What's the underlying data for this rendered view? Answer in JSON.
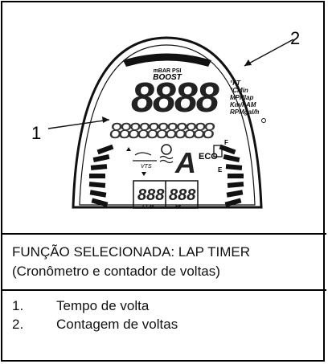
{
  "gauge": {
    "scale_label": "mBAR PSI",
    "boost_label": "BOOST",
    "main_digits": "8888",
    "units": [
      "°FT",
      "°CMin",
      "MPHlap",
      "Km/hAM",
      "RPMgal/h"
    ],
    "text_display": "88888888888",
    "small_left_digits": "888",
    "small_left_unit": "FT M",
    "small_right_digits": "888",
    "small_right_unit": "Hr",
    "gear_letter": "A",
    "eco_label": "ECO",
    "fuel_full": "F",
    "fuel_empty": "E",
    "vts_label": "VTS"
  },
  "callouts": {
    "one": "1",
    "two": "2"
  },
  "caption": {
    "line1": "FUNÇÃO SELECIONADA: LAP TIMER",
    "line2": "(Cronômetro e contador de voltas)"
  },
  "legend": {
    "items": [
      {
        "num": "1.",
        "text": "Tempo de volta"
      },
      {
        "num": "2.",
        "text": "Contagem de voltas"
      }
    ]
  }
}
